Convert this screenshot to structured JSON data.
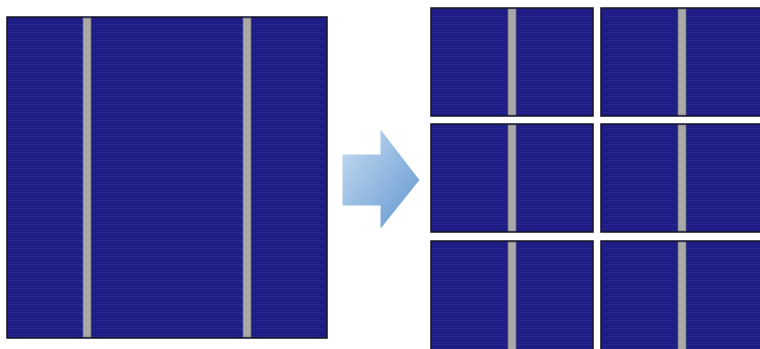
{
  "colors": {
    "background": "#ffffff",
    "cell_fill": "#1e1e86",
    "cell_grid_line": "#2a2a93",
    "cell_border": "#101024",
    "busbar_fill": "#a9a9a9",
    "busbar_edge": "#6f6f6f",
    "arrow_light": "#c9def3",
    "arrow_dark": "#5f95cf"
  },
  "full_cell": {
    "busbars": 2
  },
  "arrow": {
    "icon": "right-arrow-icon"
  },
  "cut_cells": {
    "rows": 3,
    "columns": 2,
    "busbars_per_piece": 1
  }
}
